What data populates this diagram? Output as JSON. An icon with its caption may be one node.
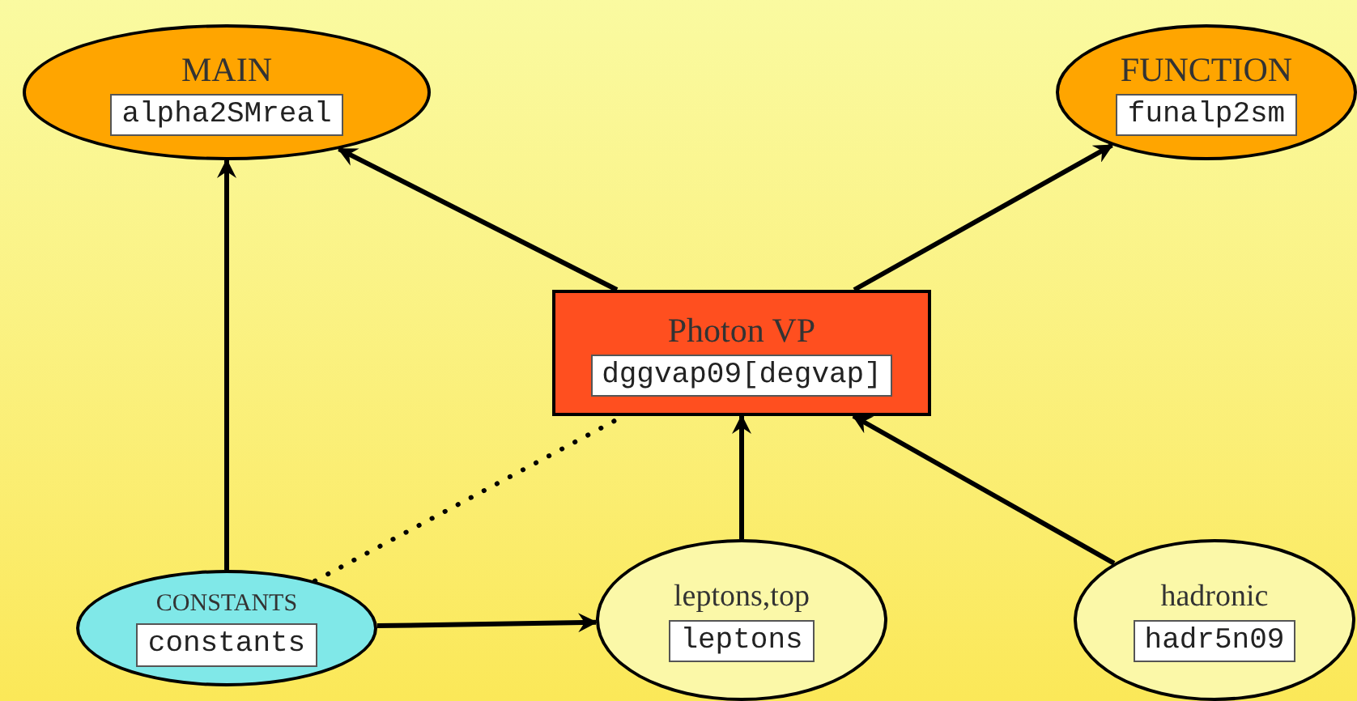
{
  "diagram": {
    "nodes": [
      {
        "text": [
          "MAIN",
          "alpha2SMreal"
        ]
      },
      {
        "text": [
          "FUNCTION",
          "funalp2sm"
        ]
      },
      {
        "text": [
          "Photon VP",
          "dggvap09[degvap]"
        ]
      },
      {
        "text": [
          "CONSTANTS",
          "constants"
        ]
      },
      {
        "text": [
          "leptons,top",
          "leptons"
        ]
      },
      {
        "text": [
          "hadronic",
          "hadr5n09"
        ]
      }
    ],
    "edges": [
      {
        "from": 3,
        "to": 0,
        "arrow": "to"
      },
      {
        "from": 2,
        "to": 0,
        "arrow": "to"
      },
      {
        "from": 2,
        "to": 1,
        "arrow": "to"
      },
      {
        "from": 3,
        "to": 4,
        "arrow": "to"
      },
      {
        "from": 4,
        "to": 2,
        "arrow": "to"
      },
      {
        "from": 5,
        "to": 2,
        "arrow": "to"
      },
      {
        "from": 3,
        "to": 2,
        "arrow": "none",
        "style": "dashed"
      }
    ]
  }
}
